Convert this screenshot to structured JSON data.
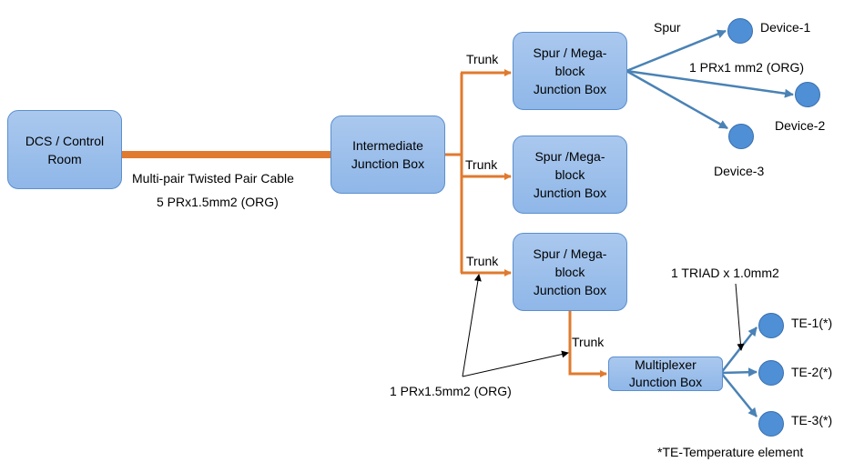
{
  "boxes": {
    "dcs": "DCS / Control\nRoom",
    "intermediate": "Intermediate\nJunction Box",
    "spur1": "Spur / Mega-\nblock\nJunction Box",
    "spur2": "Spur /Mega-\nblock\nJunction Box",
    "spur3": "Spur / Mega-\nblock\nJunction Box",
    "multiplexer": "Multiplexer\nJunction Box"
  },
  "labels": {
    "main_cable": "Multi-pair Twisted Pair Cable",
    "main_cable_spec": "5 PRx1.5mm2 (ORG)",
    "trunk1": "Trunk",
    "trunk2": "Trunk",
    "trunk3": "Trunk",
    "trunk4": "Trunk",
    "spur": "Spur",
    "spur_cable_spec": "1 PRx1 mm2 (ORG)",
    "trunk_cable_spec": "1 PRx1.5mm2 (ORG)",
    "triad_spec": "1 TRIAD x 1.0mm2",
    "footnote": "*TE-Temperature element"
  },
  "devices": {
    "d1": "Device-1",
    "d2": "Device-2",
    "d3": "Device-3"
  },
  "te": {
    "te1": "TE-1(*)",
    "te2": "TE-2(*)",
    "te3": "TE-3(*)"
  },
  "colors": {
    "box_fill": "#9bbfea",
    "box_border": "#5b8fce",
    "trunk": "#e07a2e",
    "spur_arrow": "#4a82b5",
    "device": "#4e8fd6"
  }
}
